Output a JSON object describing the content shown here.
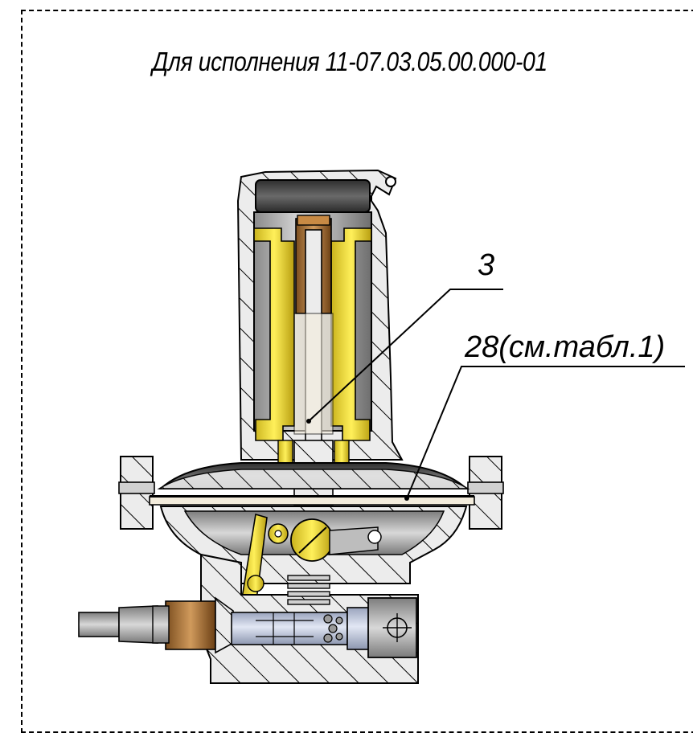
{
  "heading": "Для исполнения 11-07.03.05.00.000-01",
  "callouts": {
    "label_3": "3",
    "label_28": "28(см.табл.1)"
  },
  "colors": {
    "hatch": "#000000",
    "body_fill": "#e4e4e4",
    "brass": "#f2e23a",
    "bronze": "#b07a3c",
    "dark_steel": "#4d4d4d",
    "blue_steel": "#c8d0e6"
  }
}
